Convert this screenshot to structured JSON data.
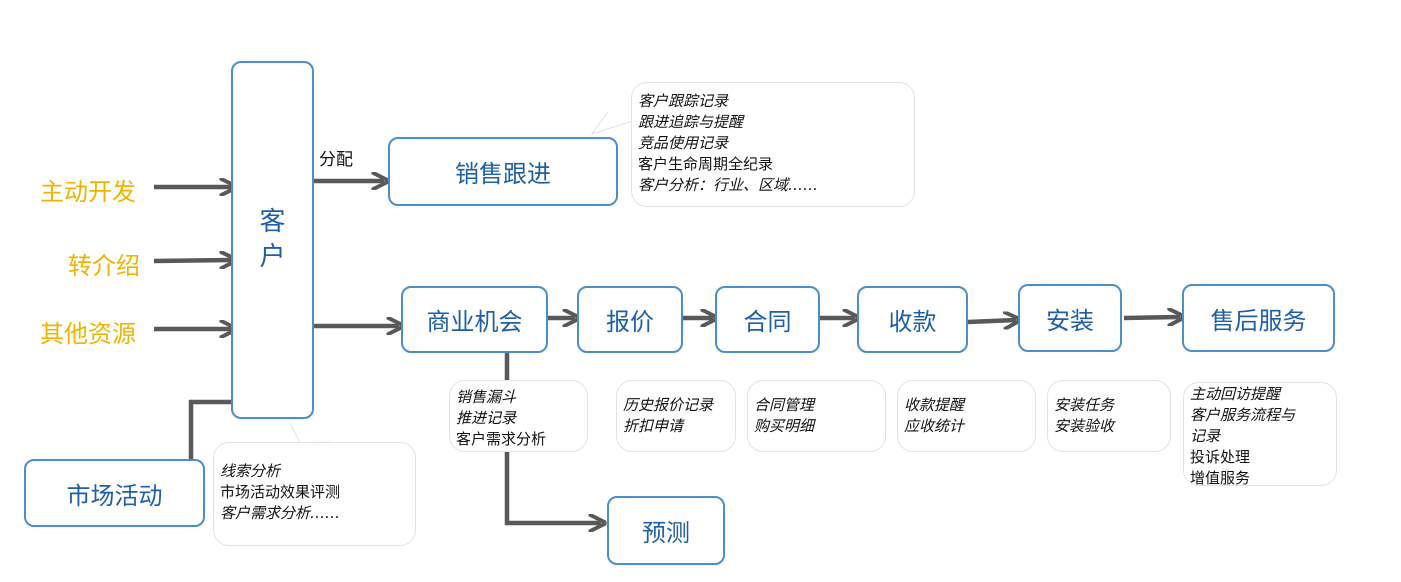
{
  "sources": [
    "主动开发",
    "转介绍",
    "其他资源"
  ],
  "customer": [
    "客",
    "户"
  ],
  "assign_label": "分配",
  "nodes": {
    "sales_follow": "销售跟进",
    "opportunity": "商业机会",
    "quote": "报价",
    "contract": "合同",
    "payment": "收款",
    "install": "安装",
    "after_sales": "售后服务",
    "forecast": "预测",
    "marketing": "市场活动"
  },
  "notes": {
    "sales_follow": [
      {
        "text": "客户跟踪记录",
        "italic": true
      },
      {
        "text": "跟进追踪与提醒",
        "italic": true
      },
      {
        "text": "竞品使用记录",
        "italic": true
      },
      {
        "text": "客户生命周期全纪录",
        "italic": false
      },
      {
        "text": "客户分析：行业、区域……",
        "italic": true
      }
    ],
    "opportunity": [
      {
        "text": "销售漏斗",
        "italic": true
      },
      {
        "text": "推进记录",
        "italic": true
      },
      {
        "text": "客户需求分析",
        "italic": false
      }
    ],
    "quote": [
      {
        "text": "历史报价记录",
        "italic": true
      },
      {
        "text": "折扣申请",
        "italic": true
      }
    ],
    "contract": [
      {
        "text": "合同管理",
        "italic": true
      },
      {
        "text": "购买明细",
        "italic": true
      }
    ],
    "payment": [
      {
        "text": "收款提醒",
        "italic": true
      },
      {
        "text": "应收统计",
        "italic": true
      }
    ],
    "install": [
      {
        "text": "安装任务",
        "italic": true
      },
      {
        "text": "安装验收",
        "italic": true
      }
    ],
    "after_sales": [
      {
        "text": "主动回访提醒",
        "italic": true
      },
      {
        "text": "客户服务流程与",
        "italic": true
      },
      {
        "text": "记录",
        "italic": true
      },
      {
        "text": "投诉处理",
        "italic": false
      },
      {
        "text": "增值服务",
        "italic": false
      }
    ],
    "marketing": [
      {
        "text": "线索分析",
        "italic": true
      },
      {
        "text": "市场活动效果评测",
        "italic": false
      },
      {
        "text": "客户需求分析……",
        "italic": true
      }
    ]
  },
  "colors": {
    "node_border": "#4a8fcb",
    "node_text": "#1f5fa8",
    "source_text": "#f0b400",
    "connector": "#595959"
  }
}
